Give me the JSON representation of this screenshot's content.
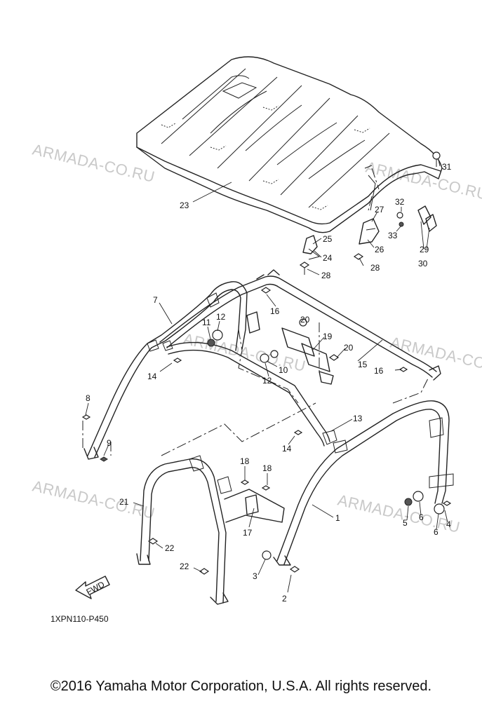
{
  "watermarks": [
    "ARMADA-CO.RU",
    "ARMADA-CO.RU",
    "ARMADA-CO.RU",
    "ARMADA-CO.RU",
    "ARMADA-CO.RU",
    "ARMADA-CO.RU"
  ],
  "part_labels": [
    "1",
    "2",
    "3",
    "4",
    "5",
    "6",
    "6",
    "7",
    "8",
    "9",
    "10",
    "11",
    "12",
    "12",
    "13",
    "14",
    "14",
    "15",
    "16",
    "16",
    "17",
    "18",
    "18",
    "19",
    "20",
    "20",
    "21",
    "22",
    "22",
    "23",
    "24",
    "25",
    "26",
    "27",
    "28",
    "28",
    "29",
    "30",
    "31",
    "32",
    "33"
  ],
  "fwd_label": "FWD",
  "diagram_code": "1XPN110-P450",
  "copyright": "©2016 Yamaha Motor Corporation, U.S.A. All rights reserved."
}
